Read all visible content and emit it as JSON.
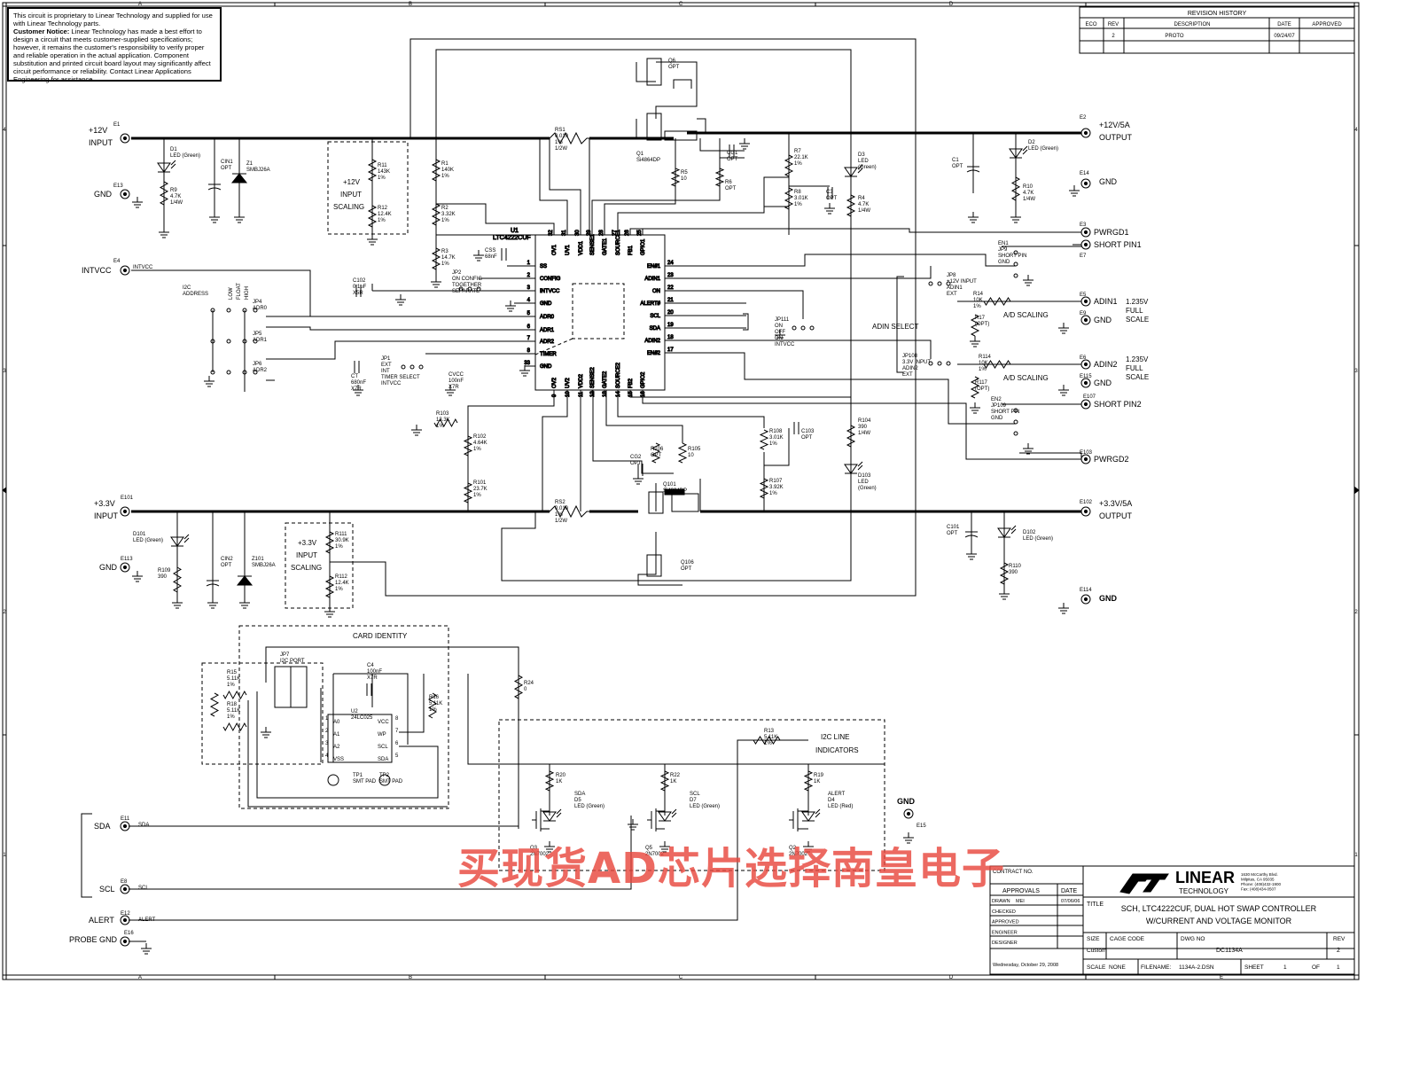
{
  "notice": {
    "line1": "This circuit is proprietary to Linear Technology and supplied for use with Linear Technology parts.",
    "title": "Customer Notice:",
    "body": "Linear Technology has made a best effort to design a circuit that meets customer-supplied specifications; however, it remains the customer's responsibility to verify proper and reliable operation in the actual application. Component substitution and printed circuit board layout may significantly affect circuit performance or reliability. Contact Linear Applications Engineering for assistance."
  },
  "revision": {
    "title": "REVISION HISTORY",
    "headers": [
      "ECO",
      "REV",
      "DESCRIPTION",
      "DATE",
      "APPROVED"
    ],
    "row": [
      "",
      "2",
      "PROTO",
      "09/24/07",
      ""
    ]
  },
  "grid": {
    "top": [
      "A",
      "B",
      "C",
      "D"
    ],
    "bottom": [
      "A",
      "B",
      "C",
      "D",
      "E"
    ],
    "left": [
      "4",
      "3",
      "2",
      "1"
    ]
  },
  "terminals": {
    "e1": {
      "id": "E1",
      "label": "+12V",
      "sub": "INPUT"
    },
    "e13": {
      "id": "E13",
      "label": "GND"
    },
    "e4": {
      "id": "E4",
      "label": "INTVCC",
      "net": "INTVCC"
    },
    "e101": {
      "id": "E101",
      "label": "+3.3V",
      "sub": "INPUT"
    },
    "e113": {
      "id": "E113",
      "label": "GND"
    },
    "e2": {
      "id": "E2",
      "label": "+12V/5A",
      "sub": "OUTPUT"
    },
    "e14": {
      "id": "E14",
      "label": "GND"
    },
    "e3": {
      "id": "E3",
      "label": "PWRGD1"
    },
    "e7": {
      "id": "E7",
      "label": "SHORT PIN1"
    },
    "e5": {
      "id": "E5",
      "label": "ADIN1"
    },
    "e9": {
      "id": "E9",
      "label": "GND"
    },
    "e6": {
      "id": "E6",
      "label": "ADIN2"
    },
    "e115": {
      "id": "E115",
      "label": "GND"
    },
    "e107": {
      "id": "E107",
      "label": "SHORT PIN2"
    },
    "e103": {
      "id": "E103",
      "label": "PWRGD2"
    },
    "e102": {
      "id": "E102",
      "label": "+3.3V/5A",
      "sub": "OUTPUT"
    },
    "e114": {
      "id": "E114",
      "label": "GND"
    },
    "e15": {
      "id": "E15",
      "label": "GND"
    },
    "e11": {
      "id": "E11",
      "label": "SDA"
    },
    "e8": {
      "id": "E8",
      "label": "SCL"
    },
    "e12": {
      "id": "E12",
      "label": "ALERT"
    },
    "e16": {
      "id": "E16",
      "label": "PROBE GND"
    }
  },
  "fullscale": [
    "1.235V",
    "FULL",
    "SCALE"
  ],
  "chip": {
    "ref": "U1",
    "part": "LTC4222CUF",
    "top_pins": [
      {
        "name": "OV1",
        "num": "32"
      },
      {
        "name": "UV1",
        "num": "31"
      },
      {
        "name": "VDD1",
        "num": "30"
      },
      {
        "name": "SENSE1",
        "num": "29"
      },
      {
        "name": "GATE1",
        "num": "28"
      },
      {
        "name": "SOURCE1",
        "num": "27"
      },
      {
        "name": "FB1",
        "num": "26"
      },
      {
        "name": "GPIO1",
        "num": "25"
      }
    ],
    "left_pins": [
      {
        "name": "SS",
        "num": "1"
      },
      {
        "name": "CONFIG",
        "num": "2"
      },
      {
        "name": "INTVCC",
        "num": "3"
      },
      {
        "name": "GND",
        "num": "4"
      },
      {
        "name": "ADR0",
        "num": "5"
      },
      {
        "name": "ADR1",
        "num": "6"
      },
      {
        "name": "ADR2",
        "num": "7"
      },
      {
        "name": "TIMER",
        "num": "8"
      },
      {
        "name": "GND",
        "num": "33"
      }
    ],
    "right_pins": [
      {
        "name": "EN#1",
        "num": "24"
      },
      {
        "name": "ADIN1",
        "num": "23"
      },
      {
        "name": "ON",
        "num": "22"
      },
      {
        "name": "ALERT#",
        "num": "21"
      },
      {
        "name": "SCL",
        "num": "20"
      },
      {
        "name": "SDA",
        "num": "19"
      },
      {
        "name": "ADIN2",
        "num": "18"
      },
      {
        "name": "EN#2",
        "num": "17"
      }
    ],
    "bottom_pins": [
      {
        "name": "OV2",
        "num": "9"
      },
      {
        "name": "UV2",
        "num": "10"
      },
      {
        "name": "VDD2",
        "num": "11"
      },
      {
        "name": "SENSE2",
        "num": "12"
      },
      {
        "name": "GATE2",
        "num": "13"
      },
      {
        "name": "SOURCE2",
        "num": "14"
      },
      {
        "name": "FB2",
        "num": "15"
      },
      {
        "name": "GPIO2",
        "num": "16"
      }
    ]
  },
  "parts": {
    "d1": [
      "D1",
      "LED (Green)"
    ],
    "r9": [
      "R9",
      "4.7K",
      "1/4W"
    ],
    "cin1": [
      "CIN1",
      "OPT"
    ],
    "z1": [
      "Z1",
      "SMBJ26A"
    ],
    "r11": [
      "R11",
      "143K",
      "1%"
    ],
    "r12": [
      "R12",
      "12.4K",
      "1%"
    ],
    "scaling12": [
      "+12V",
      "INPUT",
      "SCALING"
    ],
    "r1": [
      "R1",
      "140K",
      "1%"
    ],
    "r2": [
      "R2",
      "3.32K",
      "1%"
    ],
    "r3": [
      "R3",
      "14.7K",
      "1%"
    ],
    "rs1": [
      "RS1",
      "0.010",
      "1%",
      "1/2W"
    ],
    "q6": [
      "Q6",
      "OPT"
    ],
    "q1": [
      "Q1",
      "Si4864DP"
    ],
    "r5": [
      "R5",
      "10"
    ],
    "cg1": [
      "CG1",
      "OPT"
    ],
    "r6": [
      "R6",
      "OPT"
    ],
    "r7": [
      "R7",
      "22.1K",
      "1%"
    ],
    "r8": [
      "R8",
      "3.01K",
      "1%"
    ],
    "c3": [
      "C3",
      "OPT"
    ],
    "d3": [
      "D3",
      "LED",
      "(Green)"
    ],
    "r4": [
      "R4",
      "4.7K",
      "1/4W"
    ],
    "c1": [
      "C1",
      "OPT"
    ],
    "d2": [
      "D2",
      "LED (Green)"
    ],
    "r10": [
      "R10",
      "4.7K",
      "1/4W"
    ],
    "css": [
      "CSS",
      "68nF"
    ],
    "c102": [
      "C102",
      "0.1uF",
      "X5R"
    ],
    "jp2": [
      "JP2",
      "ON CONFIG",
      "TOGETHER",
      "SEPARATE"
    ],
    "i2c": [
      "I2C",
      "ADDRESS"
    ],
    "adr_levels": [
      "LOW",
      "FLOAT",
      "HIGH"
    ],
    "jp4": [
      "JP4",
      "ADR0"
    ],
    "jp5": [
      "JP5",
      "ADR1"
    ],
    "jp6": [
      "JP6",
      "ADR2"
    ],
    "ct": [
      "CT",
      "680nF",
      "X7R"
    ],
    "jp1": [
      "JP1",
      "EXT",
      "INT",
      "TIMER SELECT",
      "INTVCC"
    ],
    "cvcc": [
      "CVCC",
      "100nF",
      "X7R"
    ],
    "jp111": [
      "JP111",
      "ON",
      "OFF",
      "ON",
      "INTVCC"
    ],
    "jp9": [
      "EN1",
      "JP9",
      "SHORT PIN",
      "GND"
    ],
    "jp8": [
      "JP8",
      "+12V INPUT",
      "ADIN1",
      "EXT"
    ],
    "r14": [
      "R14",
      "10K",
      "1%"
    ],
    "adsc1": "A/D SCALING",
    "r17": [
      "R17",
      "(OPT)"
    ],
    "adin_select": "ADIN SELECT",
    "jp108": [
      "JP108",
      "3.3V INPUT",
      "ADIN2",
      "EXT"
    ],
    "r114": [
      "R114",
      "10K",
      "1%"
    ],
    "adsc2": "A/D SCALING",
    "r117": [
      "R117",
      "(OPT)"
    ],
    "jp109": [
      "EN2",
      "JP109",
      "SHORT PIN",
      "GND"
    ],
    "r103": [
      "R103",
      "13.3K",
      "1%"
    ],
    "r102": [
      "R102",
      "4.64K",
      "1%"
    ],
    "r101": [
      "R101",
      "23.7K",
      "1%"
    ],
    "r106": [
      "R106",
      "OPT"
    ],
    "r105": [
      "R105",
      "10"
    ],
    "cg2": [
      "CG2",
      "OPT"
    ],
    "q101": [
      "Q101",
      "Si4864DP"
    ],
    "q106": [
      "Q106",
      "OPT"
    ],
    "r108": [
      "R108",
      "3.01K",
      "1%"
    ],
    "c103": [
      "C103",
      "OPT"
    ],
    "r107": [
      "R107",
      "3.92K",
      "1%"
    ],
    "r104": [
      "R104",
      "390",
      "1/4W"
    ],
    "d103": [
      "D103",
      "LED",
      "(Green)"
    ],
    "rs2": [
      "RS2",
      "0.010",
      "1%",
      "1/2W"
    ],
    "c101": [
      "C101",
      "OPT"
    ],
    "d102": [
      "D102",
      "LED (Green)"
    ],
    "r110": [
      "R110",
      "390"
    ],
    "d101": [
      "D101",
      "LED (Green)"
    ],
    "r109": [
      "R109",
      "390"
    ],
    "cin2": [
      "CIN2",
      "OPT"
    ],
    "z101": [
      "Z101",
      "SMBJ26A"
    ],
    "r111": [
      "R111",
      "30.9K",
      "1%"
    ],
    "r112": [
      "R112",
      "12.4K",
      "1%"
    ],
    "scaling33": [
      "+3.3V",
      "INPUT",
      "SCALING"
    ],
    "card": "CARD IDENTITY",
    "jp7": [
      "JP7",
      "I2C PORT"
    ],
    "c4": [
      "C4",
      "100nF",
      "X7R"
    ],
    "r15": [
      "R15",
      "5.11K",
      "1%"
    ],
    "r18": [
      "R18",
      "5.11K",
      "1%"
    ],
    "r16": [
      "R16",
      "5.11K",
      "1%"
    ],
    "r24": [
      "R24",
      "0"
    ],
    "u2": [
      "U2",
      "24LC025"
    ],
    "u2pins": [
      "A0",
      "A1",
      "A2",
      "VSS",
      "VCC",
      "WP",
      "SCL",
      "SDA"
    ],
    "u2nums": [
      "1",
      "2",
      "3",
      "4",
      "8",
      "7",
      "6",
      "5"
    ],
    "tp1": [
      "TP1",
      "SMT PAD"
    ],
    "tp2": [
      "TP2",
      "SMT PAD"
    ],
    "i2cline": [
      "I2C LINE",
      "INDICATORS"
    ],
    "r13": [
      "R13",
      "5.11K",
      "1%"
    ],
    "r20": [
      "R20",
      "1K"
    ],
    "r22": [
      "R22",
      "1K"
    ],
    "r19": [
      "R19",
      "1K"
    ],
    "d5": [
      "SDA",
      "D5",
      "LED (Green)"
    ],
    "d7": [
      "SCL",
      "D7",
      "LED (Green)"
    ],
    "d4": [
      "ALERT",
      "D4",
      "LED (Red)"
    ],
    "q3": [
      "Q3",
      "2N7002"
    ],
    "q5": [
      "Q5",
      "2N7002"
    ],
    "q2": [
      "Q2",
      "2N7002"
    ]
  },
  "titleblock": {
    "contract": "CONTRACT NO.",
    "approvals": "APPROVALS",
    "date_hdr": "DATE",
    "rows": [
      "DRAWN",
      "CHECKED",
      "APPROVED",
      "ENGINEER",
      "DESIGNER"
    ],
    "drawn_by": "MEI",
    "drawn_date": "07/06/06",
    "company": "LINEAR",
    "company_sub": "TECHNOLOGY",
    "address": [
      "1630 McCarthy Blvd.",
      "Milpitas, CA 95035",
      "Phone: (408)432-1900",
      "Fax: (408)434-0507"
    ],
    "title_label": "TITLE",
    "title1": "SCH, LTC4222CUF, DUAL HOT SWAP CONTROLLER",
    "title2": "W/CURRENT AND VOLTAGE MONITOR",
    "size_label": "SIZE",
    "size": "Custom",
    "cage_label": "CAGE CODE",
    "dwg_label": "DWG NO",
    "dwg": "DC1134A",
    "rev_label": "REV",
    "rev": "2",
    "scale_label": "SCALE",
    "scale": "NONE",
    "filename_label": "FILENAME:",
    "filename": "1134A-2.DSN",
    "sheet_label": "SHEET",
    "sheet": "1",
    "of_label": "OF",
    "of": "1",
    "printed": "Wednesday, October 29, 2008"
  },
  "watermark": "买现货AD芯片选择南皇电子"
}
